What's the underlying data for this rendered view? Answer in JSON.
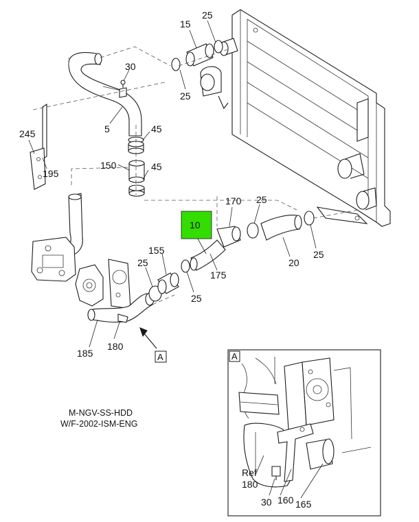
{
  "callouts": {
    "c15": "15",
    "c25_top": "25",
    "c25_radiator": "25",
    "c30": "30",
    "c5": "5",
    "c45_a": "45",
    "c45_b": "45",
    "c150": "150",
    "c245": "245",
    "c195": "195",
    "c10": "10",
    "c170": "170",
    "c25_hose": "25",
    "c25_right": "25",
    "c20": "20",
    "c175": "175",
    "c155": "155",
    "c25_left": "25",
    "c25_mid": "25",
    "c185": "185",
    "c180": "180"
  },
  "view_ref": "A",
  "detail": {
    "label": "A",
    "ref_line1": "Ref",
    "ref_line2": "180",
    "c30": "30",
    "c160": "160",
    "c165": "165"
  },
  "notes": {
    "line1": "M-NGV-SS-HDD",
    "line2": "W/F-2002-ISM-ENG"
  },
  "highlight_color": "#33dd00"
}
